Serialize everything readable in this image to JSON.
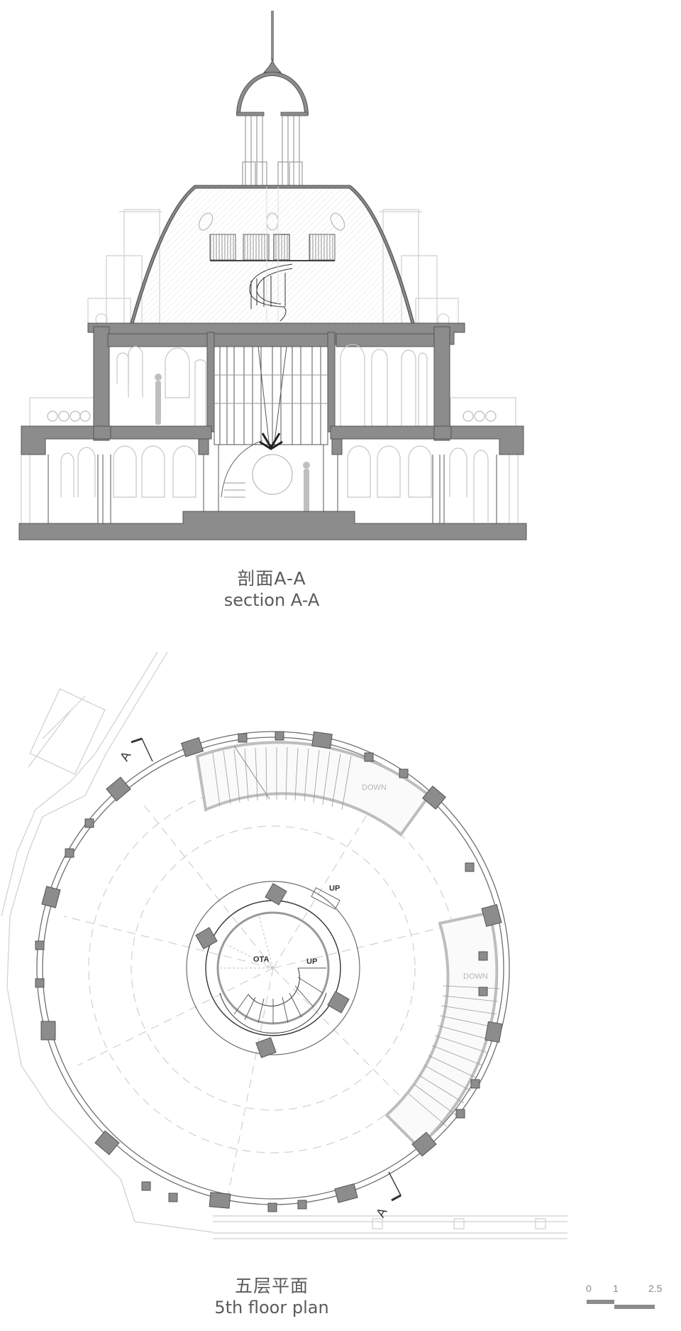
{
  "section": {
    "caption_cn": "剖面A-A",
    "caption_en": "section A-A"
  },
  "plan": {
    "caption_cn": "五层平面",
    "caption_en": "5th floor plan",
    "labels": {
      "ota": "OTA",
      "up_inner": "UP",
      "up_outer": "UP",
      "down_top": "DOWN",
      "down_right": "DOWN",
      "section_mark_top": "A",
      "section_mark_bottom": "A"
    }
  },
  "scale_bar": {
    "ticks": [
      "0",
      "1",
      "2.5"
    ]
  },
  "colors": {
    "cut_fill": "#8c8c8c",
    "cut_stroke": "#555555",
    "line": "#6e6e6e",
    "light_line": "#c8c8c8",
    "hatch": "#dcdcdc",
    "text": "#5a5a5a"
  }
}
